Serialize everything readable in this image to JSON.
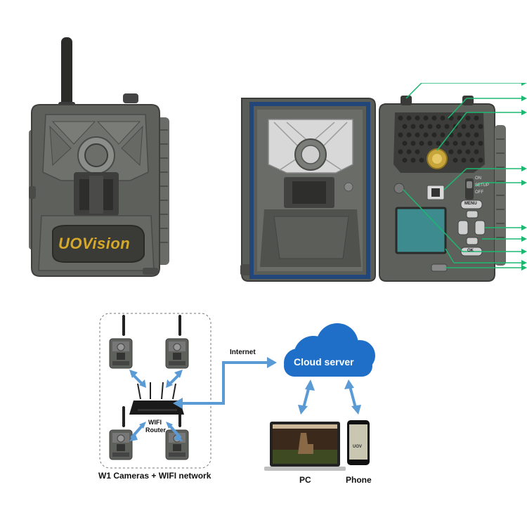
{
  "brand": {
    "logo_text": "UOVision"
  },
  "camera_open": {
    "switch_labels": [
      "ON",
      "SETUP",
      "OFF"
    ],
    "menu_label": "MENU",
    "ok_label": "OK"
  },
  "network": {
    "internet_label": "Internet",
    "cloud_label": "Cloud server",
    "router_label_line1": "WIFI",
    "router_label_line2": "Router",
    "group_caption": "W1 Cameras + WIFI network",
    "pc_label": "PC",
    "phone_label": "Phone",
    "phone_logo": "UOV"
  },
  "colors": {
    "arrow_green": "#1db870",
    "cloud_blue": "#1f6fc8",
    "flow_blue": "#5b9bd5",
    "camera_body": "#5a5c58",
    "screen_teal": "#3d8a8f",
    "seal_blue": "#23467a"
  }
}
